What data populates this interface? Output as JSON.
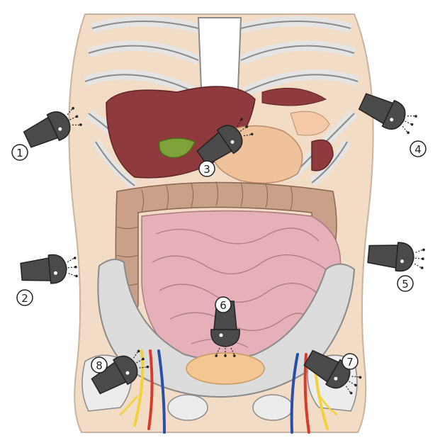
{
  "colors": {
    "skin": "#f3dcc5",
    "skin_outline": "#c9b39e",
    "bone": "#ececec",
    "bone_outline": "#8a8a8a",
    "liver": "#8f3a3d",
    "gallbladder": "#7fa23a",
    "stomach": "#efc29c",
    "intestine": "#e5b0b7",
    "intestine_dark": "#c9a08a",
    "bladder": "#f4c693",
    "probe": "#4a4a4a",
    "artery": "#d93a2e",
    "vein": "#2b4fa8",
    "nerve": "#f2d23a"
  },
  "probes": [
    {
      "label": "1",
      "icon": "ultrasound-probe-icon"
    },
    {
      "label": "2",
      "icon": "ultrasound-probe-icon"
    },
    {
      "label": "3",
      "icon": "ultrasound-probe-icon"
    },
    {
      "label": "4",
      "icon": "ultrasound-probe-icon"
    },
    {
      "label": "5",
      "icon": "ultrasound-probe-icon"
    },
    {
      "label": "6",
      "icon": "ultrasound-probe-icon"
    },
    {
      "label": "7",
      "icon": "ultrasound-probe-icon"
    },
    {
      "label": "8",
      "icon": "ultrasound-probe-icon"
    }
  ]
}
